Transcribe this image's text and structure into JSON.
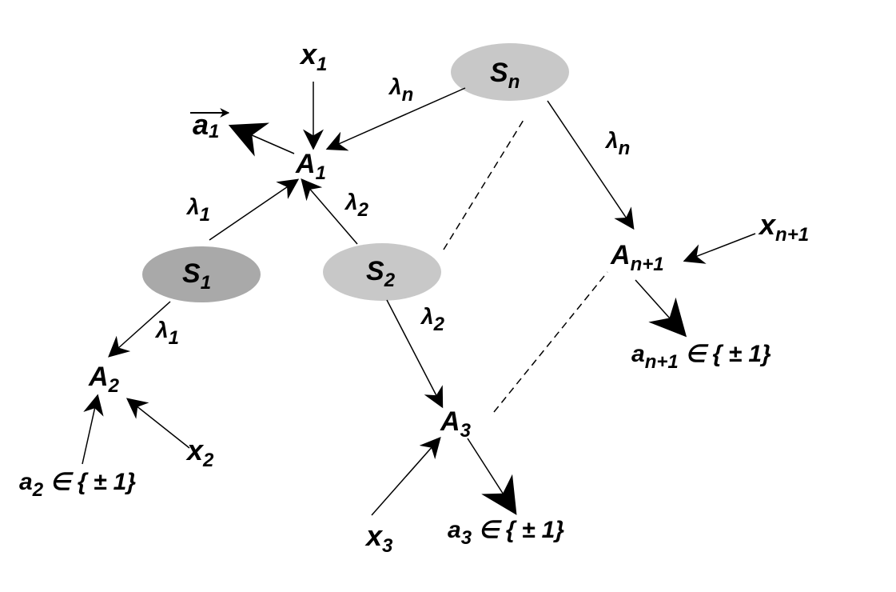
{
  "colors": {
    "background": "#ffffff",
    "stroke": "#000000",
    "s1_fill": "#a9a9a9",
    "s2_fill": "#c8c8c8",
    "sn_fill": "#c8c8c8"
  },
  "nodes": {
    "s1": {
      "base": "S",
      "sub": "1"
    },
    "s2": {
      "base": "S",
      "sub": "2"
    },
    "sn": {
      "base": "S",
      "sub": "n"
    },
    "a1": {
      "base": "A",
      "sub": "1"
    },
    "a2": {
      "base": "A",
      "sub": "2"
    },
    "a3": {
      "base": "A",
      "sub": "3"
    },
    "an1": {
      "base": "A",
      "sub": "n+1"
    }
  },
  "edge_labels": {
    "lambda_n_top": {
      "base": "λ",
      "sub": "n"
    },
    "lambda_n_right": {
      "base": "λ",
      "sub": "n"
    },
    "lambda_1_up": {
      "base": "λ",
      "sub": "1"
    },
    "lambda_1_down": {
      "base": "λ",
      "sub": "1"
    },
    "lambda_2_up": {
      "base": "λ",
      "sub": "2"
    },
    "lambda_2_down": {
      "base": "λ",
      "sub": "2"
    }
  },
  "inputs": {
    "x1": {
      "base": "x",
      "sub": "1"
    },
    "x2": {
      "base": "x",
      "sub": "2"
    },
    "x3": {
      "base": "x",
      "sub": "3"
    },
    "xn1": {
      "base": "x",
      "sub": "n+1"
    }
  },
  "outputs": {
    "a1_vec": {
      "base": "a",
      "sub": "1"
    },
    "a2": {
      "base": "a",
      "sub": "2",
      "rest": " ∈ { ± 1}"
    },
    "a3": {
      "base": "a",
      "sub": "3",
      "rest": " ∈ { ± 1}"
    },
    "an1": {
      "base": "a",
      "sub": "n+1",
      "rest": " ∈ { ± 1}"
    }
  }
}
